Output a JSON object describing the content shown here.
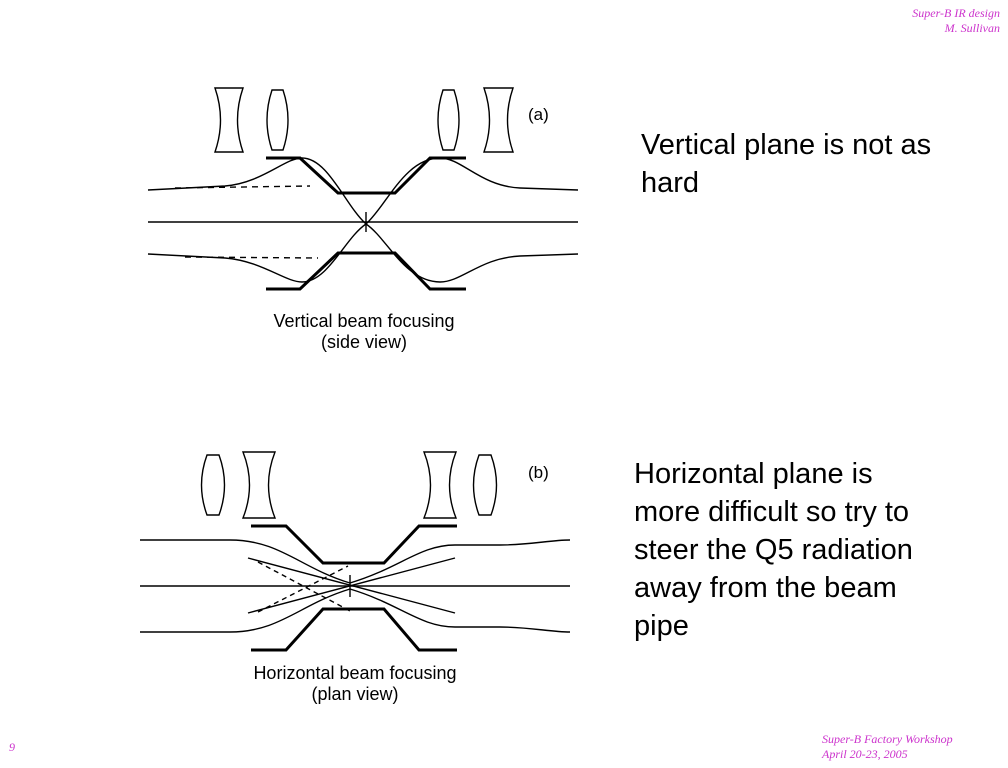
{
  "header": {
    "line1": "Super-B IR design",
    "line2": "M. Sullivan"
  },
  "footer": {
    "page_number": "9",
    "line1": "Super-B Factory Workshop",
    "line2": "April 20-23, 2005"
  },
  "diagram_a": {
    "tag": "(a)",
    "caption_line1": "Vertical beam focusing",
    "caption_line2": "(side view)",
    "description": "Vertical plane is not as hard"
  },
  "diagram_b": {
    "tag": "(b)",
    "caption_line1": "Horizontal beam focusing",
    "caption_line2": "(plan view)",
    "description": "Horizontal plane is more difficult so try to steer the Q5 radiation away from the beam pipe"
  },
  "colors": {
    "header_footer": "#cc33cc",
    "ink": "#000000"
  }
}
